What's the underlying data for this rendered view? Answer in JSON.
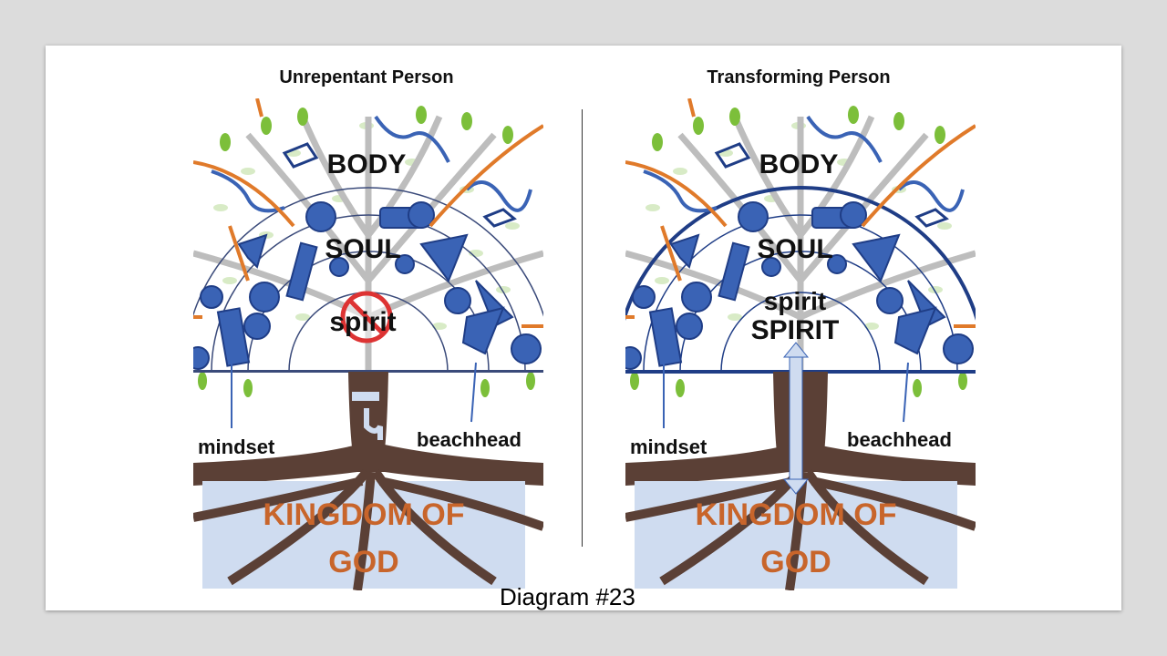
{
  "slide": {
    "left_panel": {
      "title": "Unrepentant Person",
      "body_label": "BODY",
      "soul_label": "SOUL",
      "spirit_label": "spirit",
      "left_callout": "mindset",
      "right_callout": "beachhead",
      "kingdom_line1": "KINGDOM OF",
      "kingdom_line2": "GOD"
    },
    "right_panel": {
      "title": "Transforming Person",
      "body_label": "BODY",
      "soul_label": "SOUL",
      "spirit_label": "spirit",
      "spirit_upper_label": "SPIRIT",
      "left_callout": "mindset",
      "right_callout": "beachhead",
      "kingdom_line1": "KINGDOM OF",
      "kingdom_line2": "GOD"
    },
    "caption": "Diagram #23"
  },
  "colors": {
    "root_brown": "#5b4036",
    "shape_blue": "#3a63b5",
    "dark_blue": "#1f3d86",
    "arrow_orange": "#e07a2a",
    "leaf_green": "#7cbf3a",
    "kingdom_box": "#cfdcf0",
    "kingdom_text": "#c8652b"
  }
}
